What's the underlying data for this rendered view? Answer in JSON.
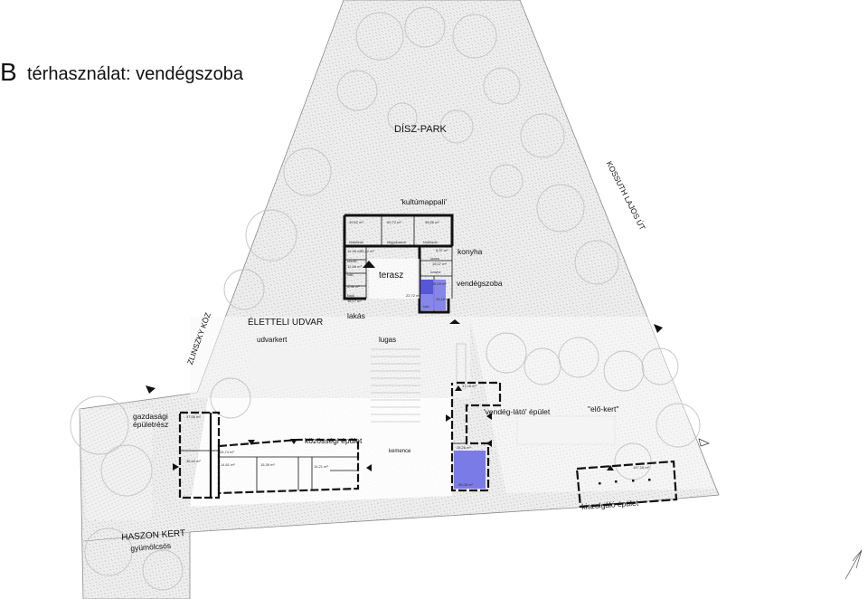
{
  "title": {
    "letter": "B",
    "text": "térhasználat: vendégszoba"
  },
  "zones": {
    "disz_park": "DÍSZ-PARK",
    "kultumappali": "'kultúmappali'",
    "konyha": "konyha",
    "terasz": "terasz",
    "vendegszoba": "vendégszoba",
    "lakas": "lakás",
    "eletteli_udvar": "ÉLETTELI UDVAR",
    "udvarkert": "udvarkert",
    "lugas": "lugas",
    "gazdasagi_1": "gazdasági",
    "gazdasagi_2": "épületrész",
    "kozossegi": "közösségi épület",
    "kemence": "kemence",
    "vendeg_lato": "'vendég-látó' épület",
    "elo_kert": "\"elő-kert\"",
    "kiszolgalo": "kiszolgáló épület",
    "haszon_kert": "HASZON KERT",
    "gyumolcsos": "gyümölcsös"
  },
  "streets": {
    "kossuth": "KOSSUTH LAJOS ÚT",
    "zlinszky": "ZLINSZKY KÖZ"
  },
  "room_areas": {
    "r1": "39,62 m²",
    "r2": "60,72 m²",
    "r3": "38,66 m²",
    "r4": "12,96 m²",
    "r5": "15,22 m²",
    "r6": "8,97 m²",
    "r7": "12,86 m²",
    "r8": "16,07 m²",
    "r9": "5,98 m²",
    "r10": "18,17 m²",
    "r11": "22,72 m²",
    "r12": "15,18 m²",
    "r13": "15,99 m²",
    "r14": "37,56 m²",
    "r15": "36,42 m²",
    "r16": "14,61 m²",
    "r17": "15,39 m²",
    "r18": "14,21 m²",
    "r19": "25,74 m²",
    "r20": "37,46 m²",
    "r21": "55,08 m²",
    "r22": "28,26 m²",
    "r23": "147,16 m²"
  },
  "room_tags": {
    "t1": "közlekedő",
    "t2": "tárgyalósarok",
    "t3": "közlekedő",
    "t4": "ebédlő",
    "t5": "háló",
    "t6": "fürdő",
    "t7": "konyha",
    "t8": "háló",
    "t9": "kamra"
  },
  "colors": {
    "highlight": "#7b7be8",
    "wall": "#111111",
    "hatch": "#c9c9c9",
    "boundary": "#8a8a8a"
  },
  "icons": [
    "entrance-arrow-icon",
    "north-arrow-icon"
  ]
}
